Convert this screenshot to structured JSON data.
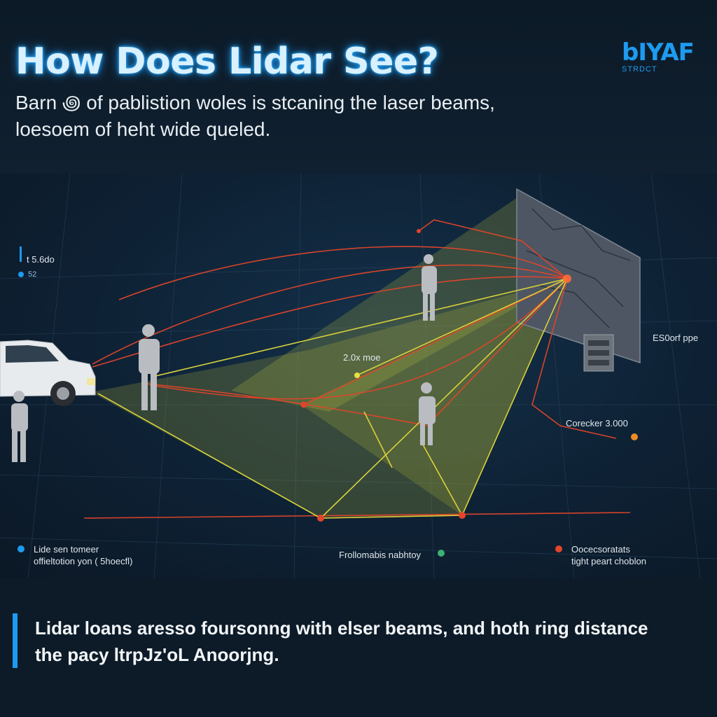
{
  "header": {
    "title": "How Does Lidar See?",
    "subtitle_line1": "Barn ꩜ of pablistion woles is stcaning the laser beams,",
    "subtitle_line2": "loesoem of heht wide queled.",
    "logo_main": "bIYAF",
    "logo_sub": "STRDCT"
  },
  "scene": {
    "labels": {
      "top_left": "t 5.6do",
      "top_left_badge": "52",
      "center": "2.0x moe",
      "right_top": "ES0orf ppe",
      "right_mid": "Corecker 3.000",
      "bottom_left_line1": "Lide sen tomeer",
      "bottom_left_line2": "offieltotion yon ( 5hoecfl)",
      "bottom_center": "Frollomabis nabhtoy",
      "bottom_right_line1": "Oocecsoratats",
      "bottom_right_line2": "tight peart choblon"
    },
    "icons": [
      "car-icon",
      "person-icon",
      "wall-panel-icon",
      "sensor-box-icon"
    ],
    "colors": {
      "laser_red": "#e2452b",
      "laser_yellow": "#d8d23a",
      "cone_fill": "#9aa23a",
      "accent_blue": "#1d9bf0"
    }
  },
  "footer": {
    "line1": "Lidar loans aresso foursonng with elser beams, and hoth ring distance",
    "line2": "the pacy ltrpJz'oL Anoorjng."
  }
}
